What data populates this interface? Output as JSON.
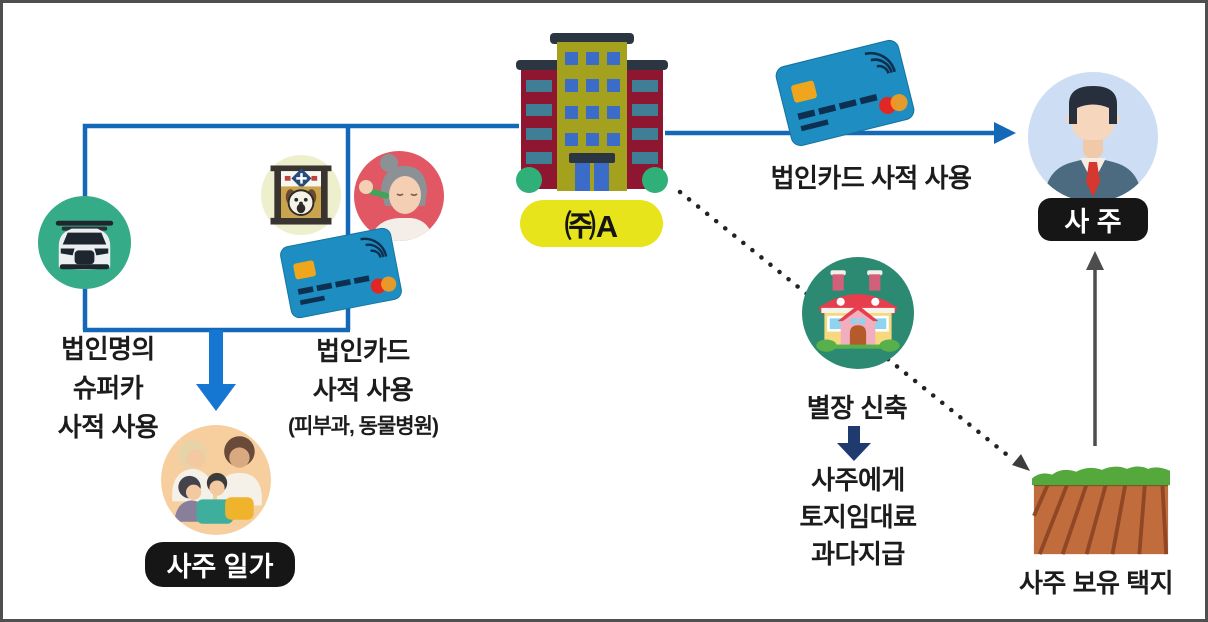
{
  "diagram": {
    "company": {
      "label": "㈜A"
    },
    "owner": {
      "label": "사 주"
    },
    "family": {
      "label": "사주 일가"
    },
    "villa": {
      "label": "별장 신축"
    },
    "land": {
      "label": "사주 보유 택지"
    },
    "flow_card_owner": {
      "label": "법인카드 사적 사용"
    },
    "flow_supercar": {
      "line1": "법인명의",
      "line2": "슈퍼카",
      "line3": "사적 사용"
    },
    "flow_card_family": {
      "line1": "법인카드",
      "line2": "사적 사용",
      "note": "(피부과, 동물병원)"
    },
    "flow_land_rent": {
      "line1": "사주에게",
      "line2": "토지임대료",
      "line3": "과다지급"
    }
  },
  "icons": {
    "company": "building-icon",
    "owner": "businessman-icon",
    "family": "family-icon",
    "supercar": "supercar-icon",
    "animal_hospital": "animal-hospital-sign-icon",
    "dermatology": "skin-treatment-icon",
    "credit_card": "credit-card-icon",
    "villa": "villa-house-icon",
    "land": "plowed-field-icon"
  },
  "colors": {
    "background": "#ffffff",
    "border": "#4f4f4f",
    "arrow_blue": "#1368b7",
    "arrow_thick_blue": "#1577d2",
    "arrow_navy": "#1e3a6e",
    "arrow_gray": "#4d4d4d",
    "dotted_line": "#222222",
    "label_yellow_bg": "#e7e41c",
    "label_black_bg": "#161616",
    "text": "#1c1c1c"
  }
}
